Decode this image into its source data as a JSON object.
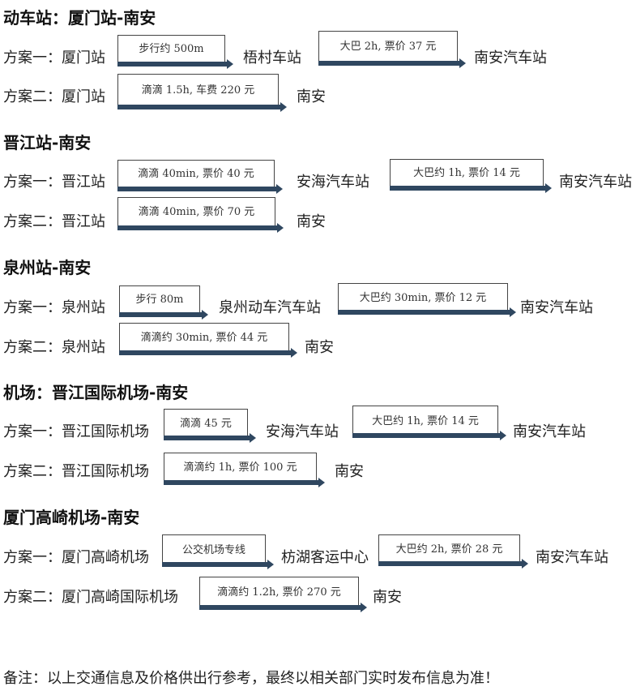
{
  "sections": [
    {
      "title": "动车站：厦门站-南安",
      "plans": [
        {
          "label": "方案一：厦门站",
          "legs": [
            {
              "transport": "步行约 500m",
              "destination": "梧村车站"
            },
            {
              "transport": "大巴 2h, 票价 37 元",
              "destination": "南安汽车站"
            }
          ]
        },
        {
          "label": "方案二：厦门站",
          "legs": [
            {
              "transport": "滴滴 1.5h, 车费 220 元",
              "destination": "南安"
            }
          ]
        }
      ]
    },
    {
      "title": "晋江站-南安",
      "plans": [
        {
          "label": "方案一：晋江站",
          "legs": [
            {
              "transport": "滴滴 40min, 票价 40 元",
              "destination": "安海汽车站"
            },
            {
              "transport": "大巴约 1h, 票价 14 元",
              "destination": "南安汽车站"
            }
          ]
        },
        {
          "label": "方案二：晋江站",
          "legs": [
            {
              "transport": "滴滴 40min, 票价 70 元",
              "destination": "南安"
            }
          ]
        }
      ]
    },
    {
      "title": "泉州站-南安",
      "plans": [
        {
          "label": "方案一：泉州站",
          "legs": [
            {
              "transport": "步行 80m",
              "destination": "泉州动车汽车站"
            },
            {
              "transport": "大巴约 30min, 票价 12 元",
              "destination": "南安汽车站"
            }
          ]
        },
        {
          "label": "方案二：泉州站",
          "legs": [
            {
              "transport": "滴滴约 30min, 票价 44 元",
              "destination": "南安"
            }
          ]
        }
      ]
    },
    {
      "title": "机场：晋江国际机场-南安",
      "plans": [
        {
          "label": "方案一：晋江国际机场",
          "legs": [
            {
              "transport": "滴滴 45 元",
              "destination": "安海汽车站"
            },
            {
              "transport": "大巴约 1h, 票价 14 元",
              "destination": "南安汽车站"
            }
          ]
        },
        {
          "label": "方案二：晋江国际机场",
          "legs": [
            {
              "transport": "滴滴约 1h, 票价 100 元",
              "destination": "南安"
            }
          ]
        }
      ]
    },
    {
      "title": "厦门高崎机场-南安",
      "plans": [
        {
          "label": "方案一：厦门高崎机场",
          "legs": [
            {
              "transport": "公交机场专线",
              "destination": "枋湖客运中心"
            },
            {
              "transport": "大巴约 2h, 票价 28 元",
              "destination": "南安汽车站"
            }
          ]
        },
        {
          "label": "方案二：厦门高崎国际机场",
          "legs": [
            {
              "transport": "滴滴约 1.2h, 票价 270 元",
              "destination": "南安"
            }
          ]
        }
      ]
    }
  ],
  "note": "备注：以上交通信息及价格供出行参考，最终以相关部门实时发布信息为准！",
  "colors": {
    "arrow": "#2f4760",
    "box_border": "#444444",
    "text": "#222222"
  }
}
